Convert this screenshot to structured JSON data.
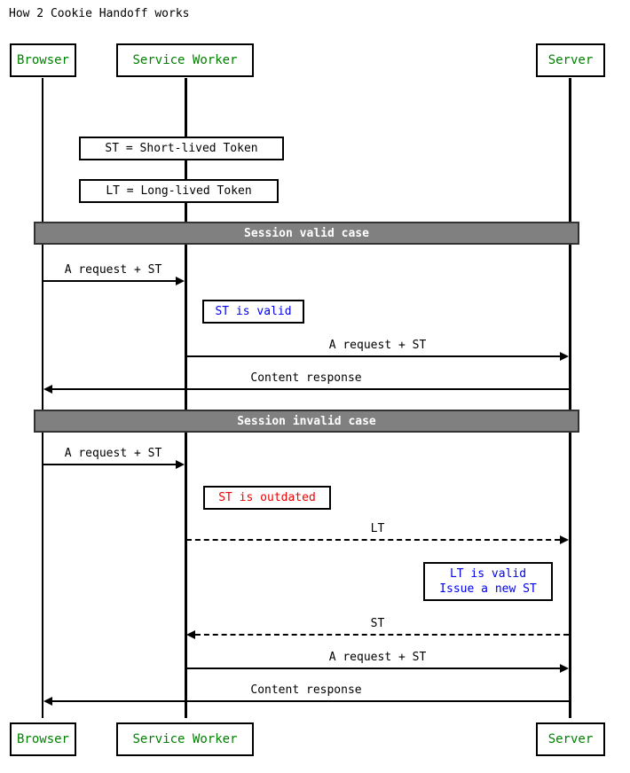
{
  "diagram": {
    "title": "How 2 Cookie Handoff works",
    "type": "sequence-diagram",
    "colors": {
      "actor_text": "#008000",
      "note_info": "#0000ee",
      "note_error": "#ee0000",
      "divider_bg": "#808080",
      "divider_text": "#ffffff",
      "line": "#000000"
    }
  },
  "actors": [
    {
      "id": "browser",
      "label": "Browser"
    },
    {
      "id": "service_worker",
      "label": "Service Worker"
    },
    {
      "id": "server",
      "label": "Server"
    }
  ],
  "actors_bottom": [
    {
      "id": "browser",
      "label": "Browser"
    },
    {
      "id": "service_worker",
      "label": "Service Worker"
    },
    {
      "id": "server",
      "label": "Server"
    }
  ],
  "legend_notes": [
    {
      "id": "st-def",
      "text": "ST = Short-lived Token",
      "style": "plain"
    },
    {
      "id": "lt-def",
      "text": "LT = Long-lived Token",
      "style": "plain"
    }
  ],
  "dividers": [
    {
      "id": "valid-case",
      "label": "Session valid case"
    },
    {
      "id": "invalid-case",
      "label": "Session invalid case"
    }
  ],
  "messages": [
    {
      "id": "m1",
      "label": "A request + ST",
      "from": "browser",
      "to": "service_worker",
      "style": "solid",
      "direction": "right"
    },
    {
      "id": "m2",
      "label": "A request + ST",
      "from": "service_worker",
      "to": "server",
      "style": "solid",
      "direction": "right"
    },
    {
      "id": "m3",
      "label": "Content response",
      "from": "server",
      "to": "browser",
      "style": "solid",
      "direction": "left"
    },
    {
      "id": "m4",
      "label": "A request + ST",
      "from": "browser",
      "to": "service_worker",
      "style": "solid",
      "direction": "right"
    },
    {
      "id": "m5",
      "label": "LT",
      "from": "service_worker",
      "to": "server",
      "style": "dashed",
      "direction": "right"
    },
    {
      "id": "m6",
      "label": "ST",
      "from": "server",
      "to": "service_worker",
      "style": "dashed",
      "direction": "left"
    },
    {
      "id": "m7",
      "label": "A request + ST",
      "from": "service_worker",
      "to": "server",
      "style": "solid",
      "direction": "right"
    },
    {
      "id": "m8",
      "label": "Content response",
      "from": "server",
      "to": "browser",
      "style": "solid",
      "direction": "left"
    }
  ],
  "flow_notes": [
    {
      "id": "st-valid",
      "text": "ST is valid",
      "style": "info"
    },
    {
      "id": "st-outdated",
      "text": "ST is outdated",
      "style": "error"
    },
    {
      "id": "lt-valid",
      "line1": "LT is valid",
      "line2": "Issue a new ST",
      "style": "info"
    }
  ]
}
